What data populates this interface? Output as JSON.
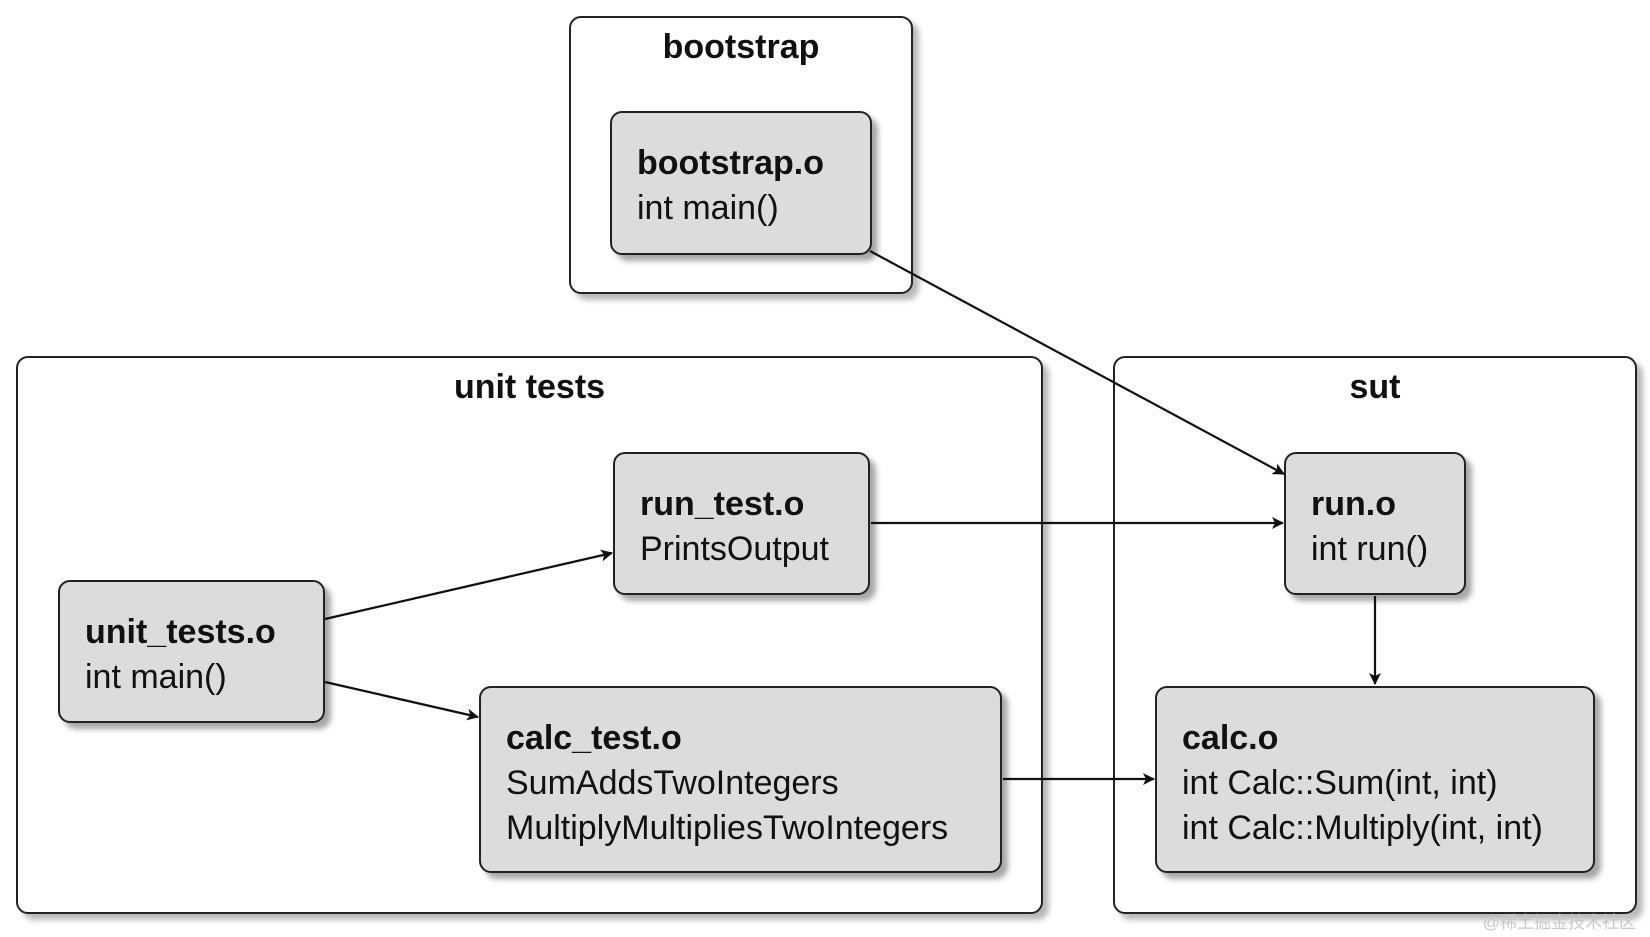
{
  "groups": {
    "bootstrap": {
      "title": "bootstrap"
    },
    "unit_tests": {
      "title": "unit tests"
    },
    "sut": {
      "title": "sut"
    }
  },
  "nodes": {
    "bootstrap_o": {
      "name": "bootstrap.o",
      "lines": [
        "int main()"
      ]
    },
    "unit_tests_o": {
      "name": "unit_tests.o",
      "lines": [
        "int main()"
      ]
    },
    "run_test_o": {
      "name": "run_test.o",
      "lines": [
        "PrintsOutput"
      ]
    },
    "calc_test_o": {
      "name": "calc_test.o",
      "lines": [
        "SumAddsTwoIntegers",
        "MultiplyMultipliesTwoIntegers"
      ]
    },
    "run_o": {
      "name": "run.o",
      "lines": [
        "int run()"
      ]
    },
    "calc_o": {
      "name": "calc.o",
      "lines": [
        "int Calc::Sum(int, int)",
        "int Calc::Multiply(int, int)"
      ]
    }
  },
  "edges": [
    {
      "from": "bootstrap.o",
      "to": "run.o"
    },
    {
      "from": "unit_tests.o",
      "to": "run_test.o"
    },
    {
      "from": "unit_tests.o",
      "to": "calc_test.o"
    },
    {
      "from": "run_test.o",
      "to": "run.o"
    },
    {
      "from": "calc_test.o",
      "to": "calc.o"
    },
    {
      "from": "run.o",
      "to": "calc.o"
    }
  ],
  "watermark": "@稀土掘金技术社区"
}
